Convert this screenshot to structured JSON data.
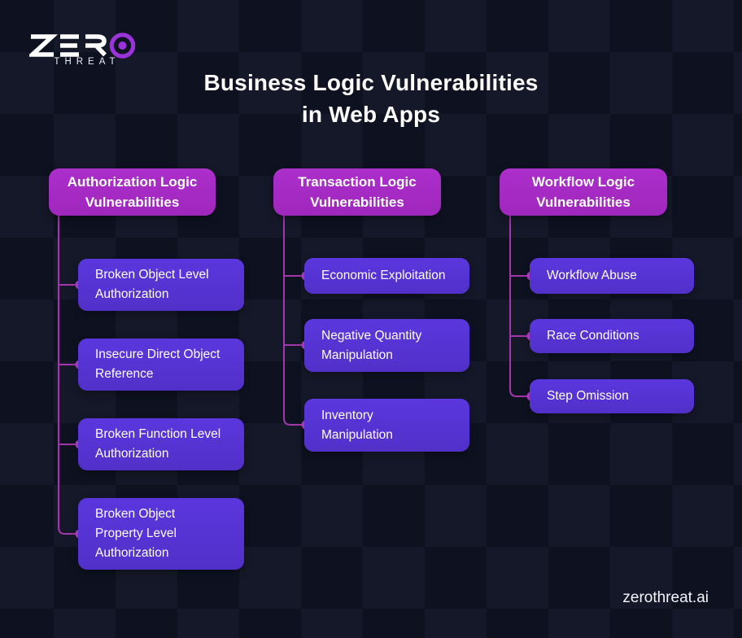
{
  "brand": {
    "name": "ZERO",
    "sub": "THREAT"
  },
  "title": {
    "line1": "Business Logic Vulnerabilities",
    "line2": "in Web Apps"
  },
  "columns": [
    {
      "header": "Authorization Logic\nVulnerabilities",
      "items": [
        "Broken Object Level\nAuthorization",
        "Insecure Direct Object\nReference",
        "Broken Function Level\nAuthorization",
        "Broken Object\nProperty Level\nAuthorization"
      ]
    },
    {
      "header": "Transaction Logic\nVulnerabilities",
      "items": [
        "Economic Exploitation",
        "Negative Quantity\nManipulation",
        "Inventory\nManipulation"
      ]
    },
    {
      "header": "Workflow Logic\nVulnerabilities",
      "items": [
        "Workflow Abuse",
        "Race Conditions",
        "Step Omission"
      ]
    }
  ],
  "footer": {
    "site": "zerothreat.ai"
  },
  "colors": {
    "background": "#0e1220",
    "header_box": "#a52ac4",
    "item_box": "#5533d4",
    "connector_line": "#a336ab",
    "connector_dot": "#bb41d0",
    "logo_ring": "#9333d4",
    "text": "#ffffff"
  }
}
